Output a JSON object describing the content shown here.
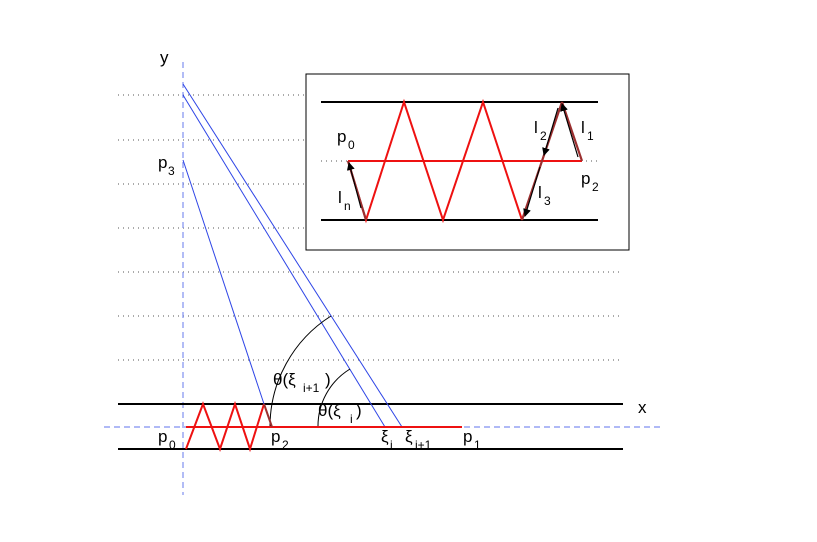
{
  "colors": {
    "path_red": "#ee1111",
    "segment_brown": "#9b2f2f",
    "guide_blue": "#2e45e6",
    "axis_dash_blue": "#7f8ff0",
    "rail_black": "#000000",
    "dotted_grey": "#555555"
  },
  "axes": {
    "x_label": "x",
    "y_label": "y"
  },
  "main_labels": {
    "p0": {
      "base": "p",
      "sub": "0"
    },
    "p1": {
      "base": "p",
      "sub": "1"
    },
    "p2": {
      "base": "p",
      "sub": "2"
    },
    "p3": {
      "base": "p",
      "sub": "3"
    },
    "xi_i": {
      "base": "ξ",
      "sub": "i"
    },
    "xi_i1": {
      "base": "ξ",
      "sub": "i+1"
    },
    "theta_i": {
      "pre": "θ(ξ",
      "sub": "i",
      "post": ")"
    },
    "theta_i1": {
      "pre": "θ(ξ",
      "sub": "i+1",
      "post": ")"
    }
  },
  "inset_labels": {
    "p0": {
      "base": "p",
      "sub": "0"
    },
    "p2": {
      "base": "p",
      "sub": "2"
    },
    "l1": {
      "base": "l",
      "sub": "1"
    },
    "l2": {
      "base": "l",
      "sub": "2"
    },
    "l3": {
      "base": "l",
      "sub": "3"
    },
    "ln": {
      "base": "l",
      "sub": "n"
    }
  }
}
